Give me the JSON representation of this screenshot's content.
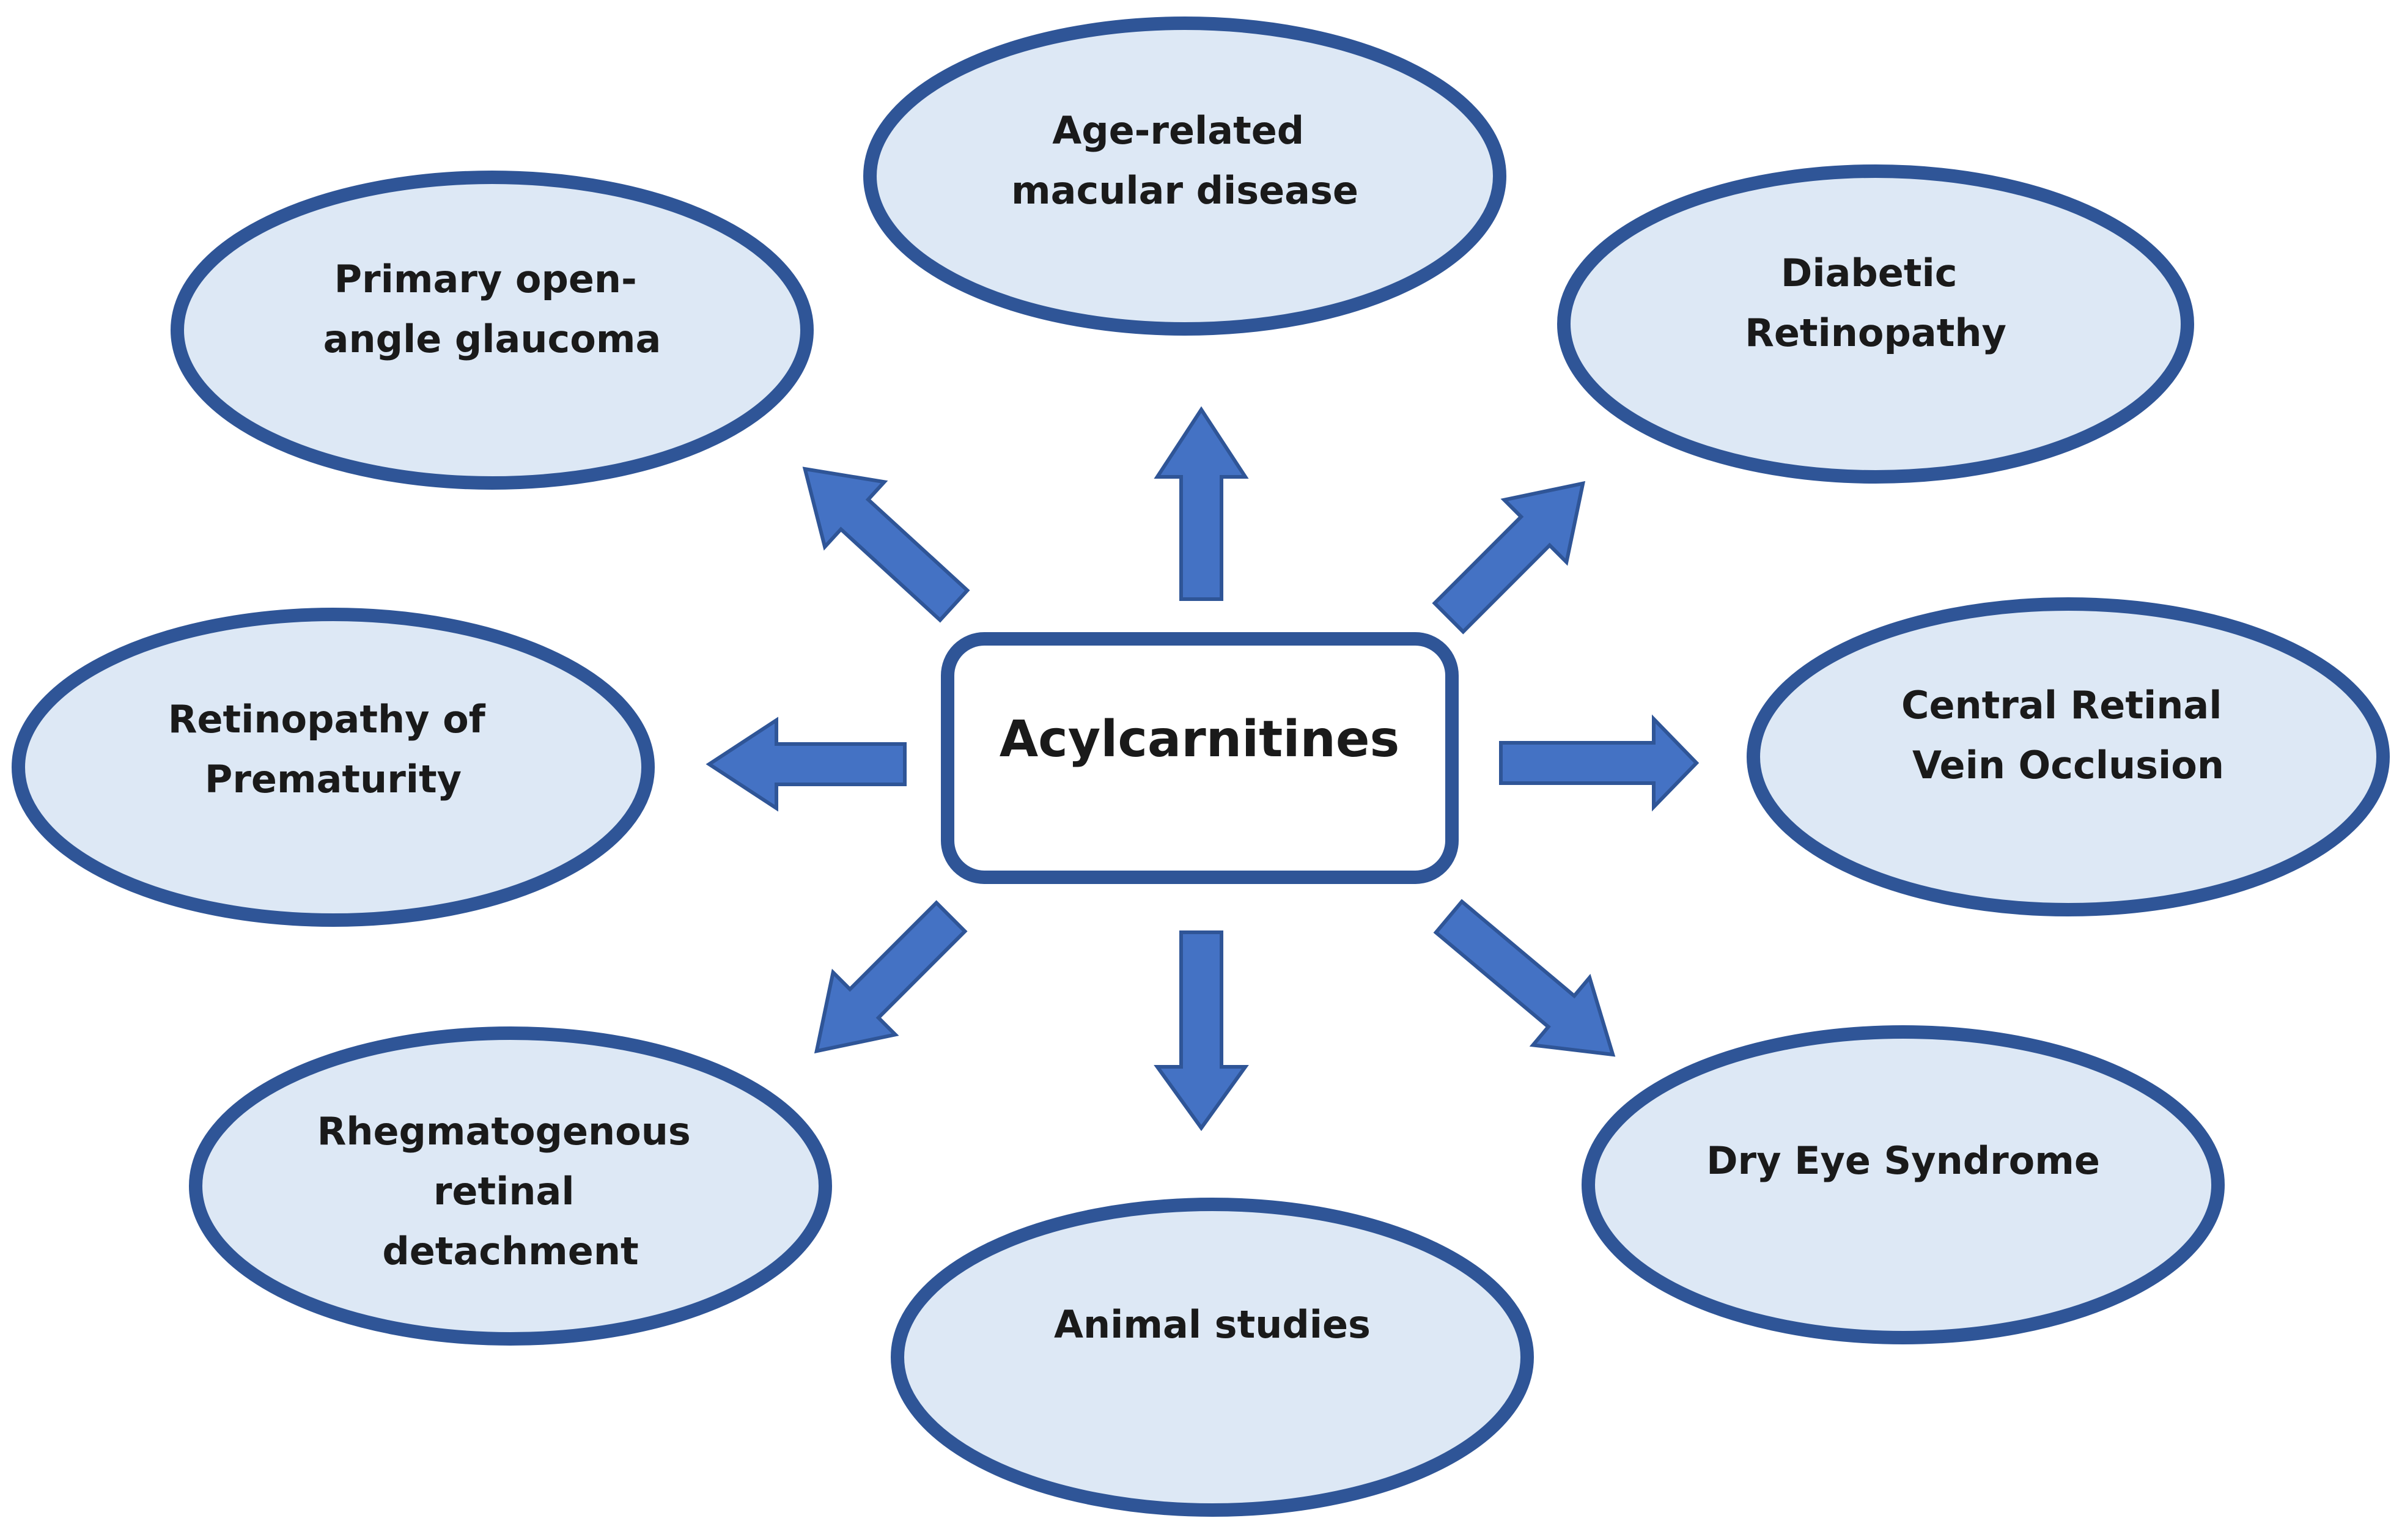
{
  "diagram": {
    "center": {
      "label": "Acylcarnitines"
    },
    "nodes": {
      "amd": {
        "lines": [
          "Age-related",
          "macular disease"
        ]
      },
      "poag": {
        "lines": [
          "Primary open-",
          "angle glaucoma"
        ]
      },
      "dr": {
        "lines": [
          "Diabetic",
          "Retinopathy"
        ]
      },
      "rop": {
        "lines": [
          "Retinopathy of",
          "Prematurity"
        ]
      },
      "crvo": {
        "lines": [
          "Central Retinal",
          "Vein Occlusion"
        ]
      },
      "rrd": {
        "lines": [
          "Rhegmatogenous",
          "retinal",
          "detachment"
        ]
      },
      "des": {
        "lines": [
          "Dry Eye Syndrome"
        ]
      },
      "animal": {
        "lines": [
          "Animal studies"
        ]
      }
    },
    "colors": {
      "ellipse_fill": "#dde8f5",
      "outline": "#2f5597",
      "arrow_fill": "#4472c4",
      "text": "#1a1a1a"
    }
  }
}
